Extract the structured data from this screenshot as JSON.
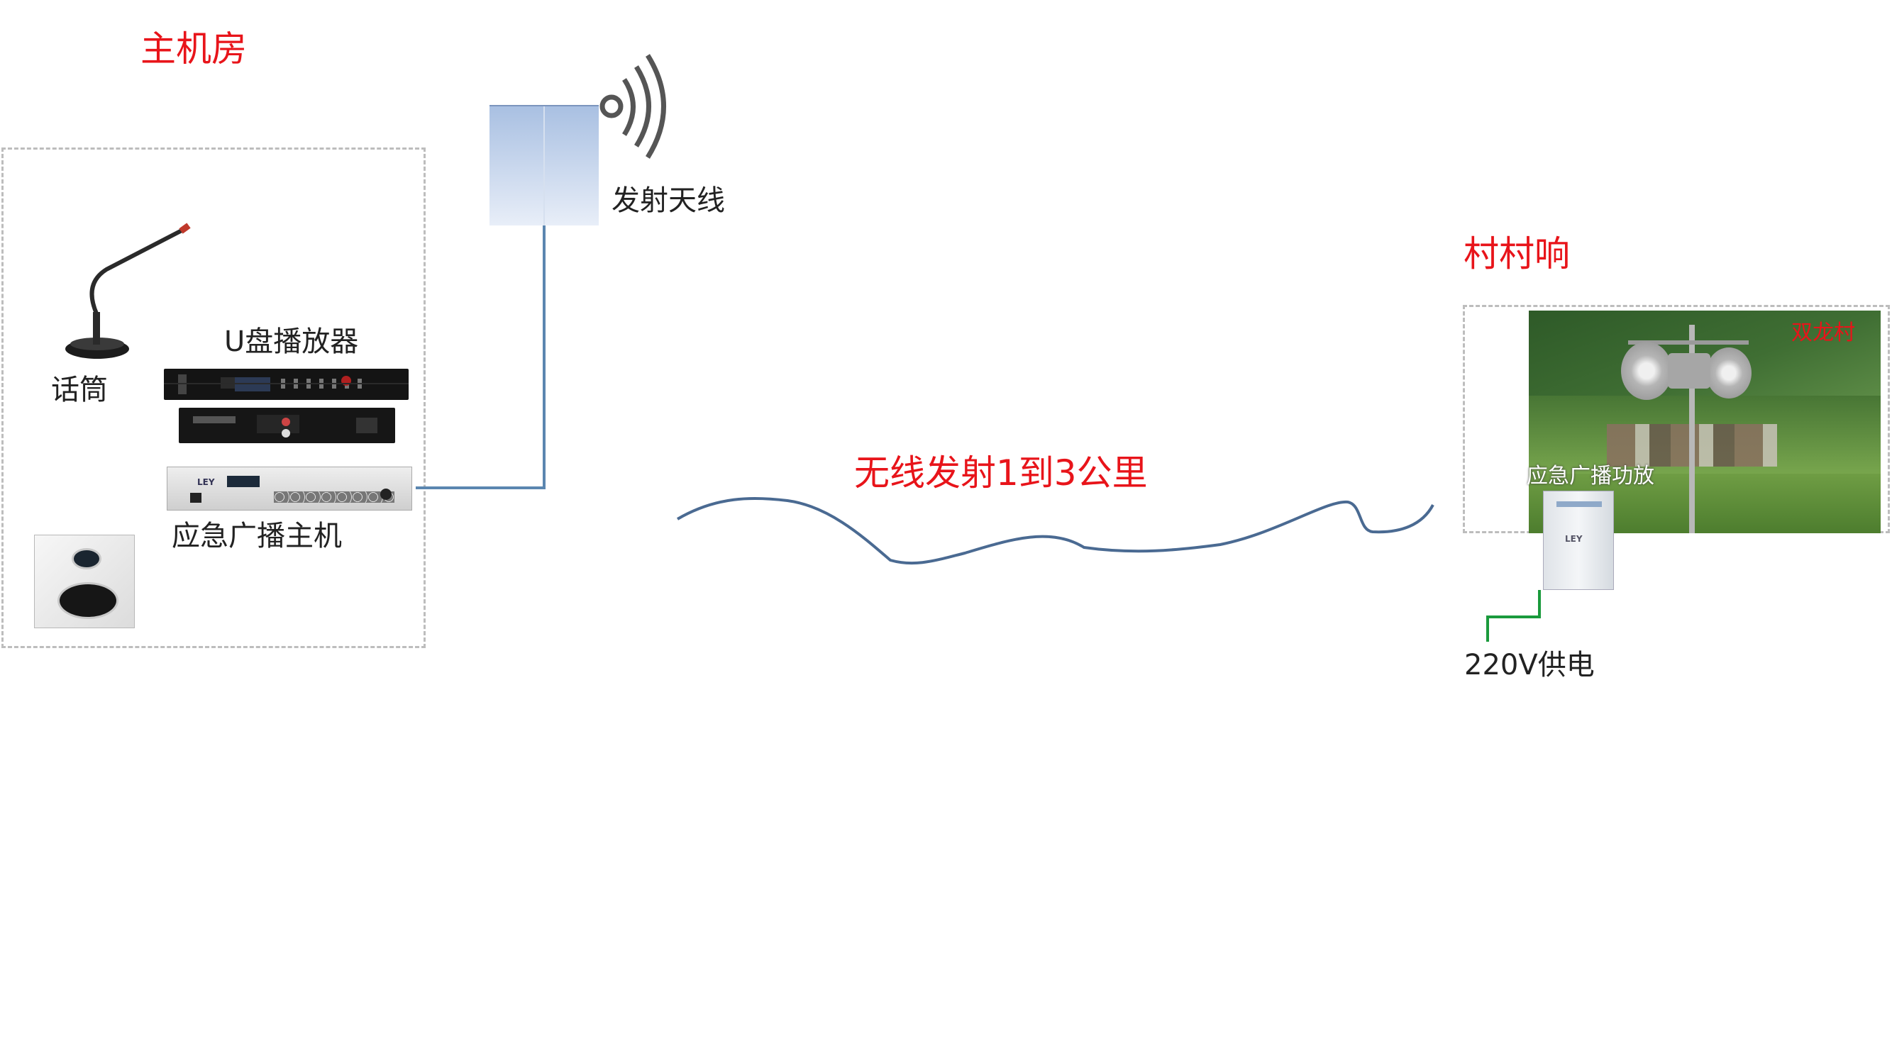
{
  "labels": {
    "control_room": "主机房",
    "antenna": "发射天线",
    "microphone": "话筒",
    "usb_player": "U盘播放器",
    "emergency_host": "应急广播主机",
    "wireless_range": "无线发射1到3公里",
    "village_system": "村村响",
    "village_name": "双龙村",
    "emergency_amp": "应急广播功放",
    "power_supply": "220V供电",
    "amp_brand": "LEY",
    "host_brand": "LEY"
  },
  "colors": {
    "title_red": "#e8141a",
    "cable_blue": "#5b86b0",
    "power_green": "#1a9a3c",
    "dash_gray": "#bdbdbd"
  }
}
